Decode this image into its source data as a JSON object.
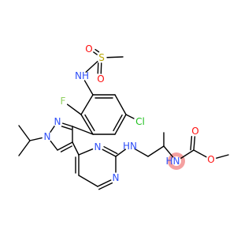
{
  "molecule": {
    "atoms": [
      {
        "id": "S1",
        "symbol": "S",
        "color": "#b8a500"
      },
      {
        "id": "O1",
        "symbol": "O",
        "color": "#ff0d0d"
      },
      {
        "id": "O2",
        "symbol": "O",
        "color": "#ff0d0d"
      },
      {
        "id": "N1",
        "symbol": "N",
        "suffix": "H",
        "prefix": "",
        "color": "#3050f8"
      },
      {
        "id": "F1",
        "symbol": "F",
        "color": "#90d060"
      },
      {
        "id": "Cl1",
        "symbol": "Cl",
        "color": "#1fc01f"
      },
      {
        "id": "N2",
        "symbol": "N",
        "color": "#3050f8"
      },
      {
        "id": "N3",
        "symbol": "N",
        "color": "#3050f8"
      },
      {
        "id": "N4",
        "symbol": "N",
        "color": "#3050f8"
      },
      {
        "id": "N5",
        "symbol": "N",
        "color": "#3050f8"
      },
      {
        "id": "N6",
        "symbol": "N",
        "suffix": "H",
        "color": "#3050f8"
      },
      {
        "id": "N7",
        "symbol": "N",
        "suffix": "H",
        "color": "#3050f8"
      },
      {
        "id": "O3",
        "symbol": "O",
        "color": "#ff0d0d"
      },
      {
        "id": "O4",
        "symbol": "O",
        "color": "#ff0d0d"
      }
    ],
    "highlight": {
      "atom": "N7",
      "color": "#f4a0a0"
    },
    "default_bond_color": "#000000"
  }
}
